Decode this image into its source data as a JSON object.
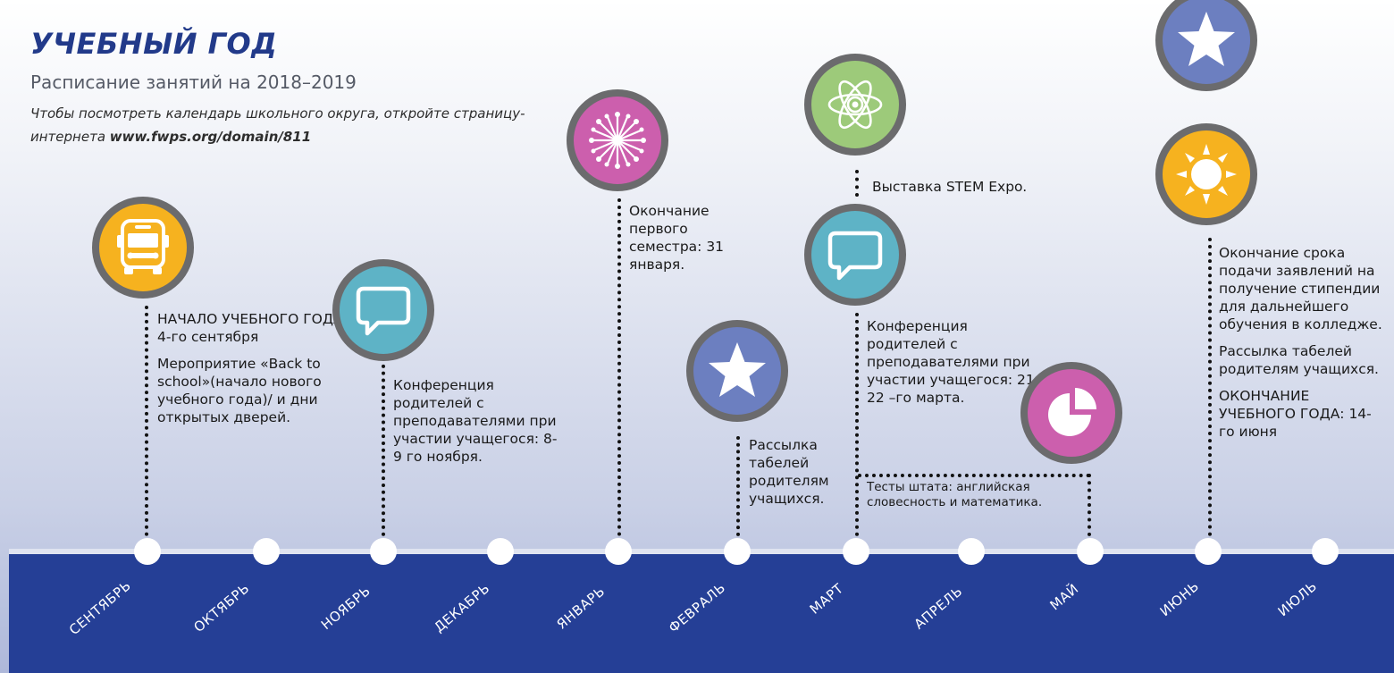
{
  "header": {
    "title": "УЧЕБНЫЙ ГОД",
    "subtitle": "Расписание занятий на 2018–2019",
    "note_text": "Чтобы посмотреть календарь школьного округа, откройте страницу-интернета ",
    "note_link": "www.fwps.org/domain/811"
  },
  "months": [
    "СЕНТЯБРЬ",
    "ОКТЯБРЬ",
    "НОЯБРЬ",
    "ДЕКАБРЬ",
    "ЯНВАРЬ",
    "ФЕВРАЛЬ",
    "МАРТ",
    "АПРЕЛЬ",
    "МАЙ",
    "ИЮНЬ",
    "ИЮЛЬ"
  ],
  "events": {
    "september": [
      "НАЧАЛО УЧЕБНОГО ГОДА: 4-го сентября",
      "Мероприятие «Back to school»(начало нового учебного года)/ и дни открытых дверей."
    ],
    "november": [
      "Конференция родителей с преподавателями при участии учащегося: 8-9 го ноября."
    ],
    "january": [
      "Окончание первого семестра: 31 января."
    ],
    "february": [
      "Рассылка табелей родителям учащихся."
    ],
    "march_stem": [
      "Выставка STEM Expo."
    ],
    "march_conf": [
      "Конференция родителей с преподавателями при участии учащегося: 21–22 –го марта."
    ],
    "state_tests": [
      "Тесты штата: английская словесность и математика."
    ],
    "june": [
      "Окончание срока подачи заявлений на получение стипендии для дальнейшего обучения в колледже.",
      "Рассылка табелей родителям учащихся.",
      "ОКОНЧАНИЕ УЧЕБНОГО ГОДА: 14-го июня"
    ]
  },
  "icons": {
    "bus": "school-bus-icon",
    "chat": "speech-bubble-icon",
    "snowflake": "snowflake-icon",
    "star": "star-icon",
    "atom": "atom-icon",
    "pie": "pie-chart-icon",
    "sun": "sun-icon"
  },
  "colors": {
    "title": "#223a8a",
    "bar": "#253f96",
    "icon_ring": "#6b6b6d",
    "yellow": "#f6b21f",
    "teal": "#5eb3c6",
    "pink": "#cc5fad",
    "periwinkle": "#6c7fc0",
    "green": "#9dca7a"
  }
}
